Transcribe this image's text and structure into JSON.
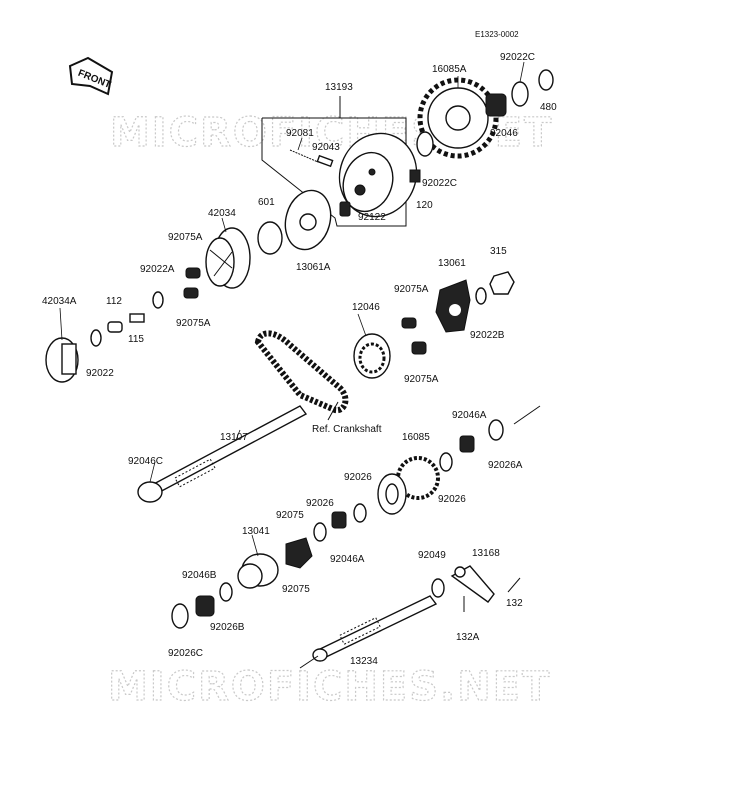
{
  "diagram_code": "E1323-0002",
  "front_label": "FRONT",
  "watermark": "MICROFICHES.NET",
  "reference_label": "Ref. Crankshaft",
  "part_labels": [
    "13193",
    "16085A",
    "92022C",
    "480",
    "92046",
    "92081",
    "92043",
    "92022C",
    "120",
    "92122",
    "601",
    "42034",
    "13061A",
    "92075A",
    "92022A",
    "112",
    "42034A",
    "115",
    "92075A",
    "92022",
    "315",
    "13061",
    "92075A",
    "12046",
    "92022B",
    "92075A",
    "13107",
    "92046A",
    "16085",
    "92046C",
    "92026A",
    "92026",
    "92026",
    "92075",
    "92026",
    "13041",
    "92046A",
    "92046B",
    "92075",
    "92026B",
    "92026C",
    "92049",
    "13168",
    "132",
    "132A",
    "13234"
  ]
}
